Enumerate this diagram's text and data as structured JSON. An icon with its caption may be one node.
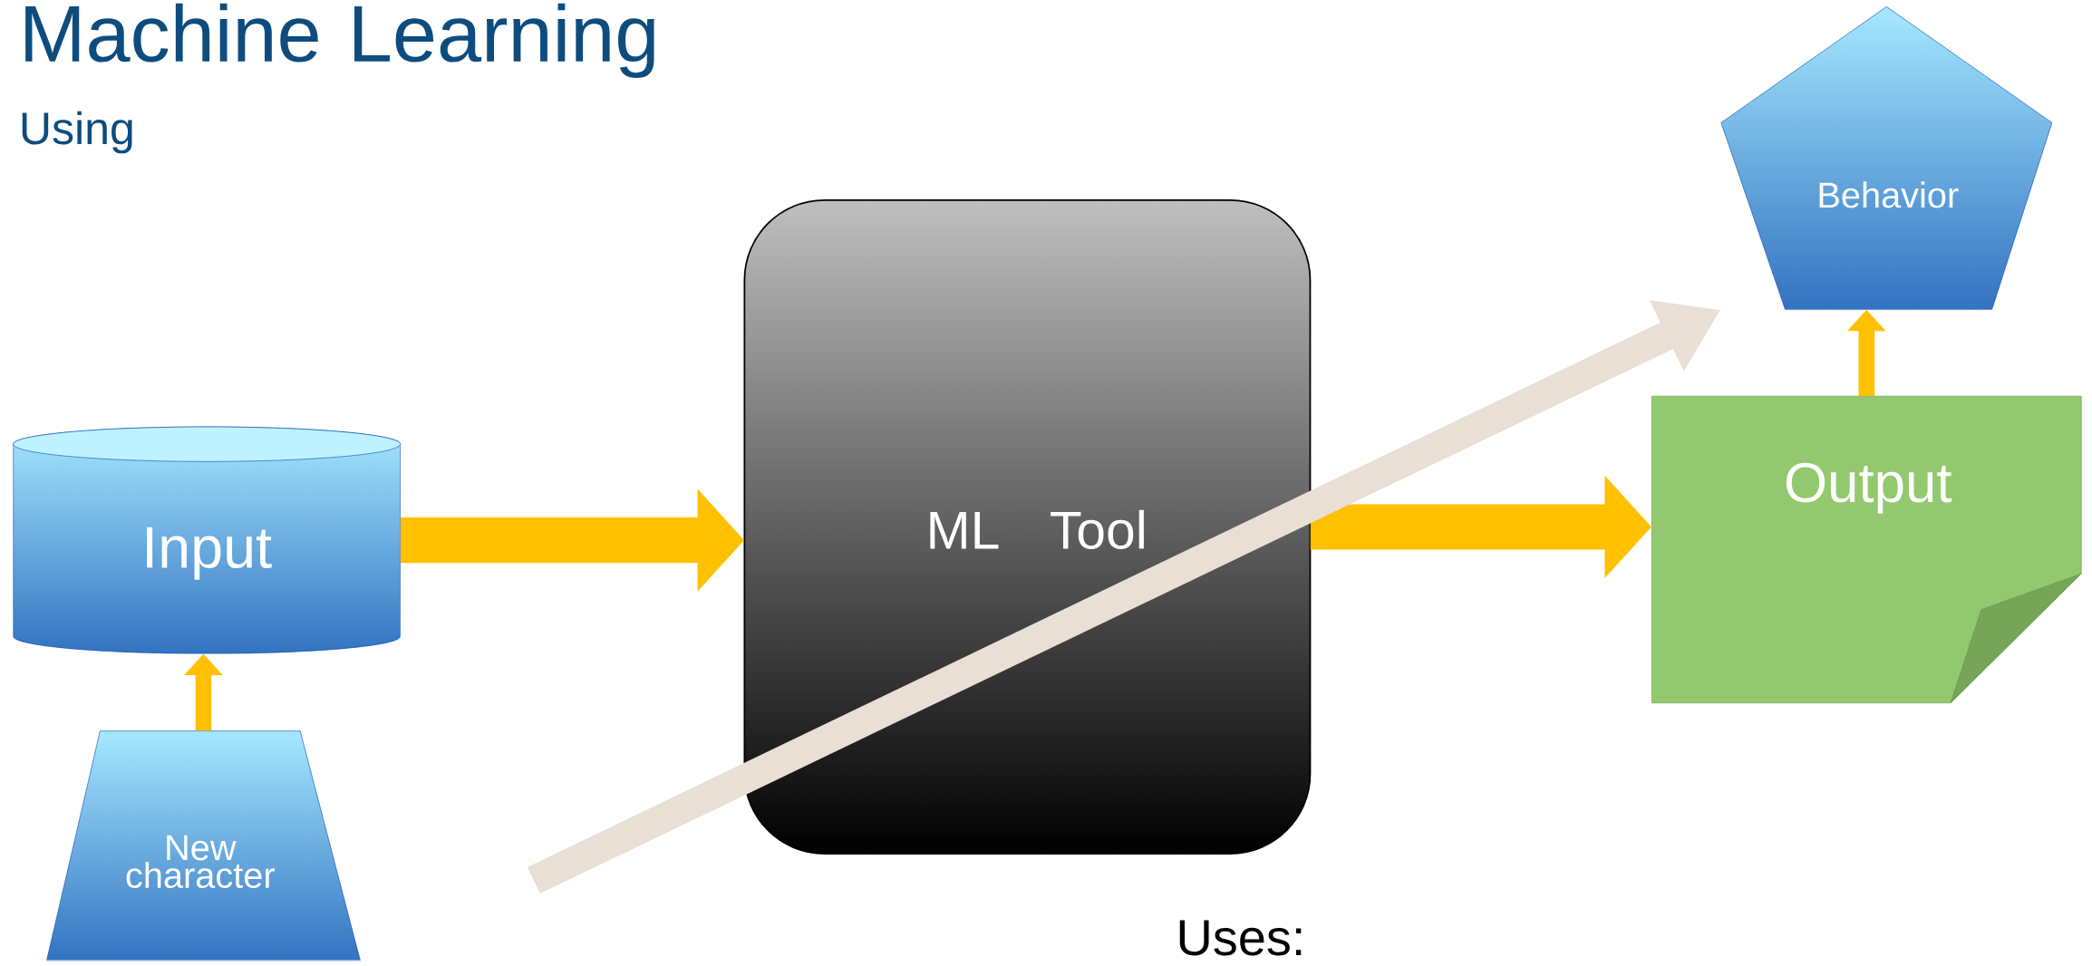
{
  "diagram": {
    "title": "Machine Learning",
    "nodes": [
      {
        "text": [
          "Input"
        ]
      },
      {
        "text": [
          "New character"
        ]
      },
      {
        "text": [
          "ML Tool"
        ]
      },
      {
        "text": [
          "Output"
        ]
      },
      {
        "text": [
          "Behavior"
        ]
      }
    ],
    "edges": [
      {
        "from": 1,
        "to": 0,
        "arrow": "to"
      },
      {
        "from": 0,
        "to": 2,
        "arrow": "to"
      },
      {
        "from": 2,
        "to": 3,
        "arrow": "to"
      },
      {
        "from": 3,
        "to": 4,
        "arrow": "to"
      },
      {
        "from": null,
        "to": 4,
        "arrow": "to",
        "color": "#e9dfd5"
      }
    ],
    "labels": [
      "Using",
      "Uses:"
    ]
  }
}
